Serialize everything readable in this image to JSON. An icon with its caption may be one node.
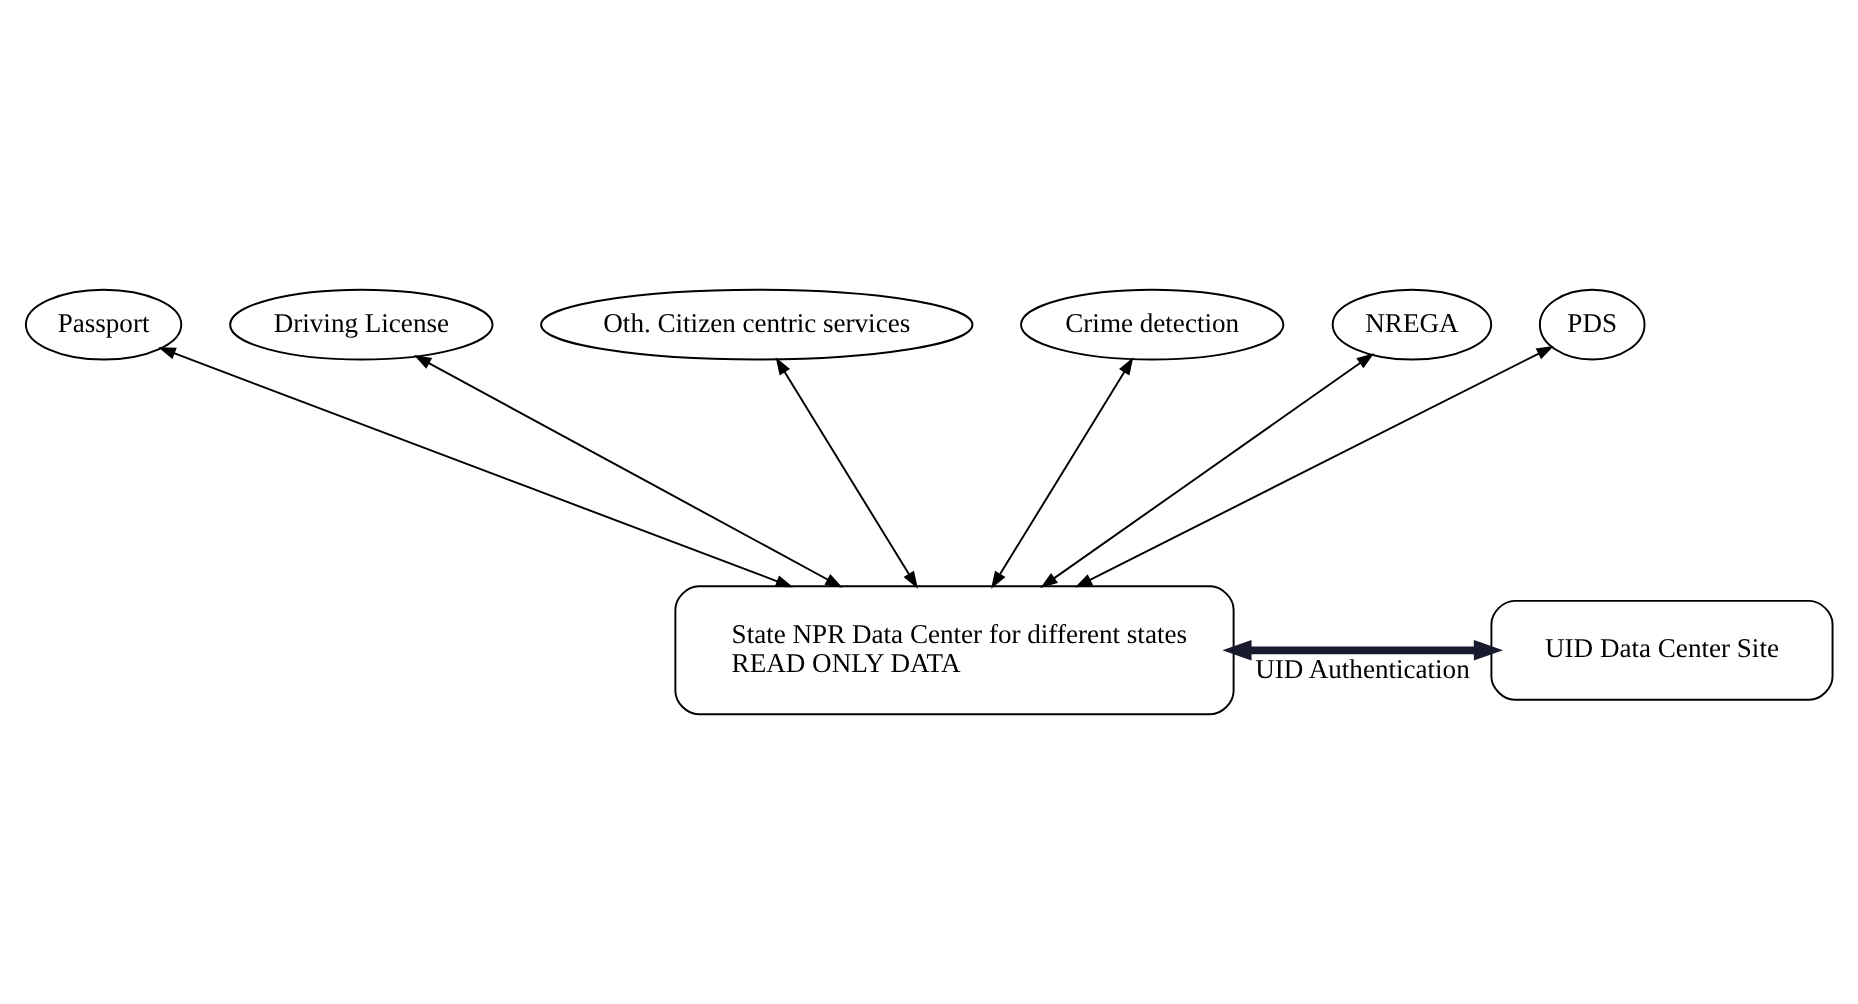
{
  "diagram": {
    "nodes": [
      {
        "text": [
          "Passport"
        ]
      },
      {
        "text": [
          "Driving License"
        ]
      },
      {
        "text": [
          "Oth. Citizen centric services"
        ]
      },
      {
        "text": [
          "Crime detection"
        ]
      },
      {
        "text": [
          "NREGA"
        ]
      },
      {
        "text": [
          "PDS"
        ]
      },
      {
        "text": [
          "State NPR Data Center for different states",
          "READ ONLY DATA"
        ]
      },
      {
        "text": [
          "UID Data Center Site"
        ]
      }
    ],
    "edges": [
      {
        "from": 6,
        "to": 5,
        "arrow": "both"
      },
      {
        "from": 6,
        "to": 1,
        "arrow": "both"
      },
      {
        "from": 6,
        "to": 3,
        "arrow": "both"
      },
      {
        "from": 6,
        "to": 0,
        "arrow": "both"
      },
      {
        "from": 6,
        "to": 4,
        "arrow": "both"
      },
      {
        "from": 6,
        "to": 2,
        "arrow": "both"
      },
      {
        "from": 6,
        "to": 7,
        "arrow": "both",
        "label": "UID Authentication",
        "style": "thick",
        "color": "#1a1a2e"
      }
    ]
  }
}
